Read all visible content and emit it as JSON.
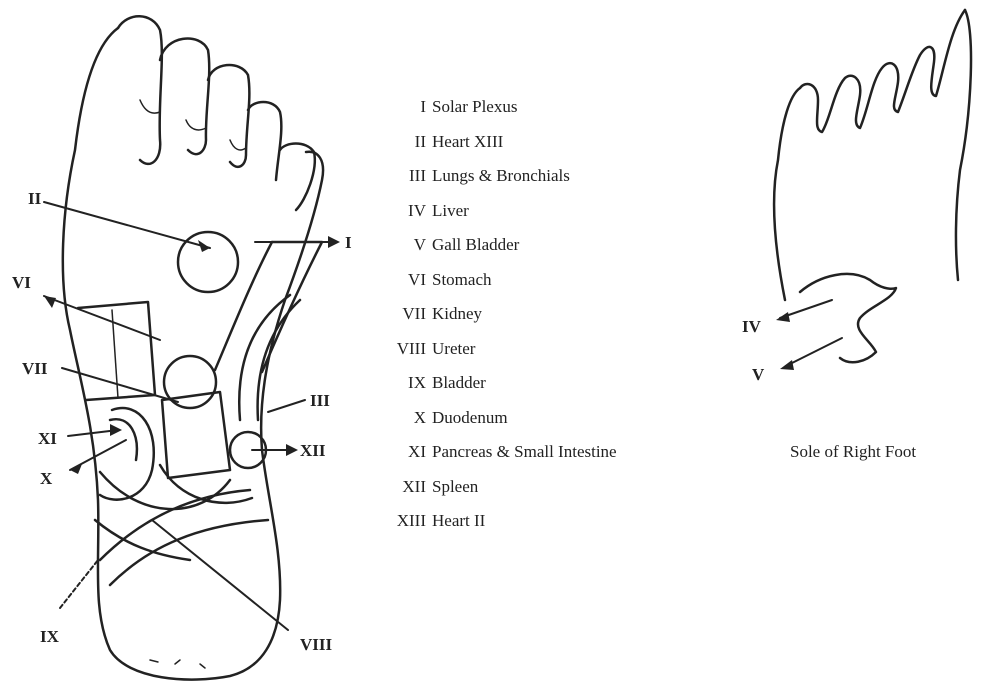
{
  "legend": [
    {
      "num": "I",
      "text": "Solar Plexus"
    },
    {
      "num": "II",
      "text": "Heart XIII"
    },
    {
      "num": "III",
      "text": "Lungs & Bronchials"
    },
    {
      "num": "IV",
      "text": "Liver"
    },
    {
      "num": "V",
      "text": "Gall Bladder"
    },
    {
      "num": "VI",
      "text": "Stomach"
    },
    {
      "num": "VII",
      "text": "Kidney"
    },
    {
      "num": "VIII",
      "text": "Ureter"
    },
    {
      "num": "IX",
      "text": "Bladder"
    },
    {
      "num": "X",
      "text": "Duodenum"
    },
    {
      "num": "XI",
      "text": "Pancreas & Small Intestine"
    },
    {
      "num": "XII",
      "text": "Spleen"
    },
    {
      "num": "XIII",
      "text": "Heart II"
    }
  ],
  "left_foot_labels": {
    "i": "I",
    "ii": "II",
    "iii": "III",
    "vi": "VI",
    "vii": "VII",
    "viii": "VIII",
    "ix": "IX",
    "x": "X",
    "xi": "XI",
    "xii": "XII"
  },
  "right_foot_labels": {
    "iv": "IV",
    "v": "V"
  },
  "caption": "Sole of Right Foot",
  "colors": {
    "ink": "#222222",
    "background": "#ffffff"
  }
}
